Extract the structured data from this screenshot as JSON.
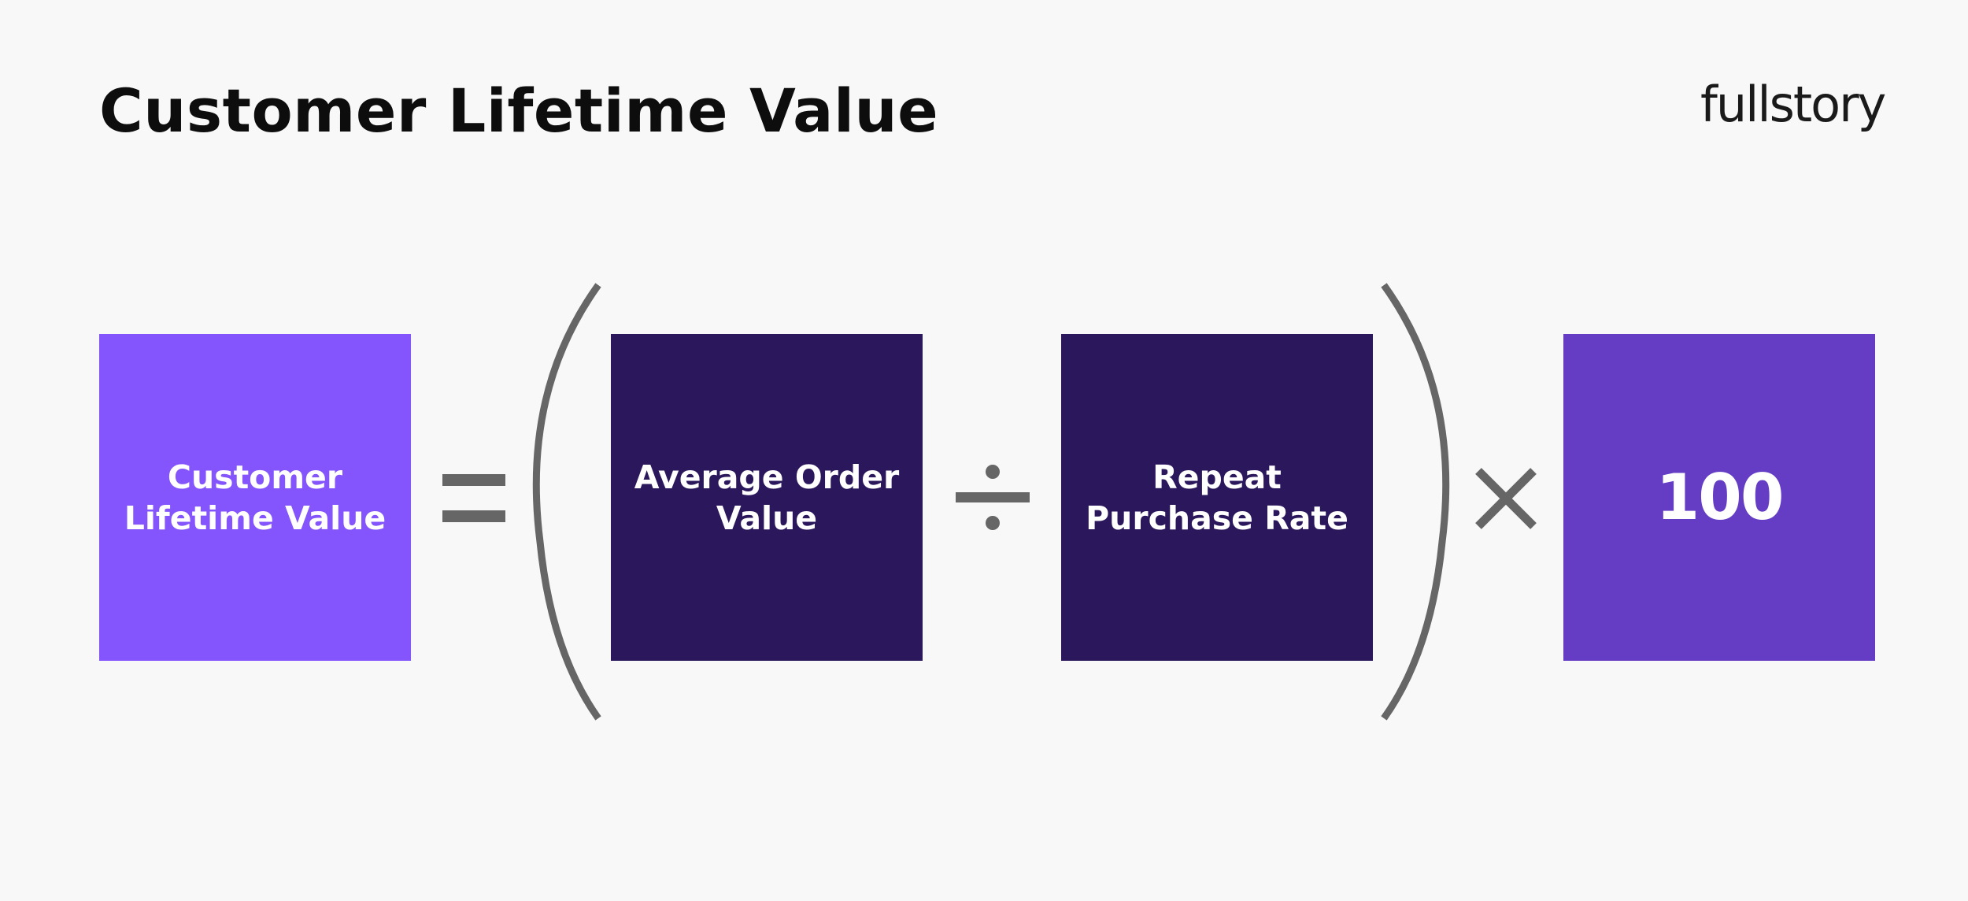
{
  "header": {
    "title": "Customer Lifetime Value",
    "logo_text": "fullstory"
  },
  "formula": {
    "result_box": {
      "label": "Customer Lifetime Value",
      "color": "#8454fc"
    },
    "equals_icon": "equals-icon",
    "left_paren_icon": "left-parenthesis-icon",
    "numerator_box": {
      "label": "Average Order Value",
      "color": "#2b175c"
    },
    "divide_icon": "divide-icon",
    "denominator_box": {
      "label": "Repeat Purchase Rate",
      "color": "#2b175c"
    },
    "right_paren_icon": "right-parenthesis-icon",
    "multiply_icon": "multiply-icon",
    "multiplier_box": {
      "label": "100",
      "color": "#643dc4"
    },
    "operator_color": "#666666"
  }
}
